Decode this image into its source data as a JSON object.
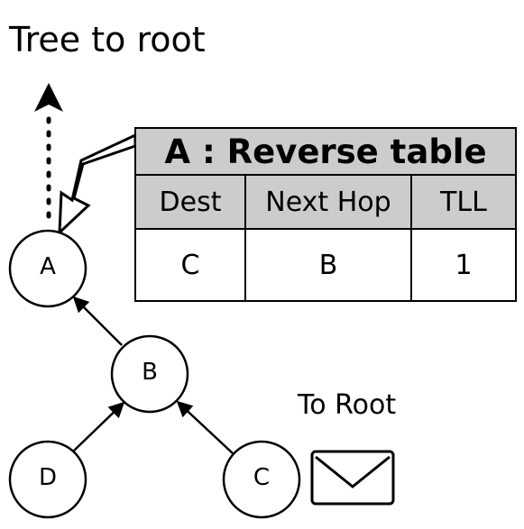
{
  "title": "Tree to root",
  "nodes": {
    "a": "A",
    "b": "B",
    "c": "C",
    "d": "D"
  },
  "message_label": "To Root",
  "table": {
    "caption": "A : Reverse table",
    "headers": [
      "Dest",
      "Next Hop",
      "TLL"
    ],
    "rows": [
      [
        "C",
        "B",
        "1"
      ]
    ]
  },
  "icons": {
    "message": "envelope-icon"
  }
}
